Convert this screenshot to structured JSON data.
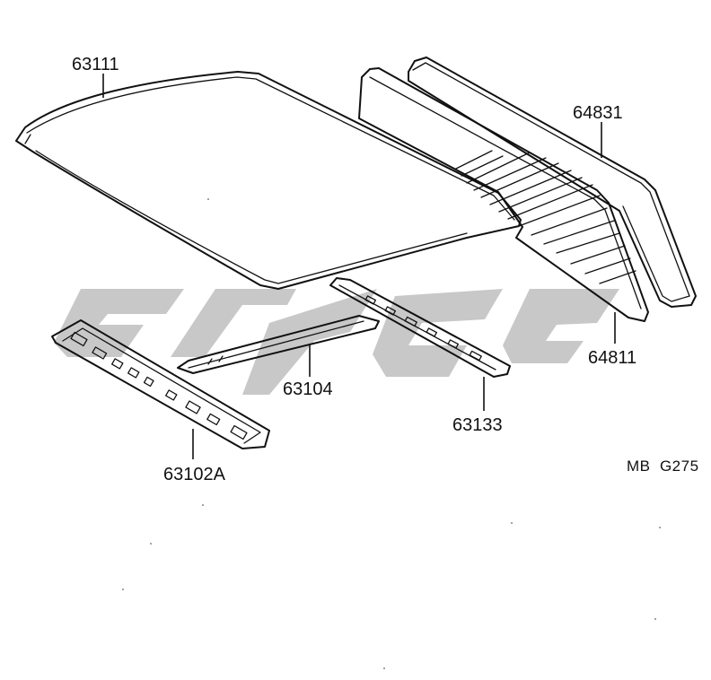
{
  "diagram": {
    "callouts": [
      {
        "id": "roof-panel",
        "label": "63111"
      },
      {
        "id": "glass-weatherstrip",
        "label": "64831"
      },
      {
        "id": "back-window-glass",
        "label": "64811"
      },
      {
        "id": "roof-bow",
        "label": "63104"
      },
      {
        "id": "rear-roof-rail",
        "label": "63133"
      },
      {
        "id": "front-roof-rail",
        "label": "63102A"
      }
    ],
    "drawing_code": "MB  G275",
    "watermark_color": "#c8c8c8",
    "ink_color": "#111111"
  }
}
